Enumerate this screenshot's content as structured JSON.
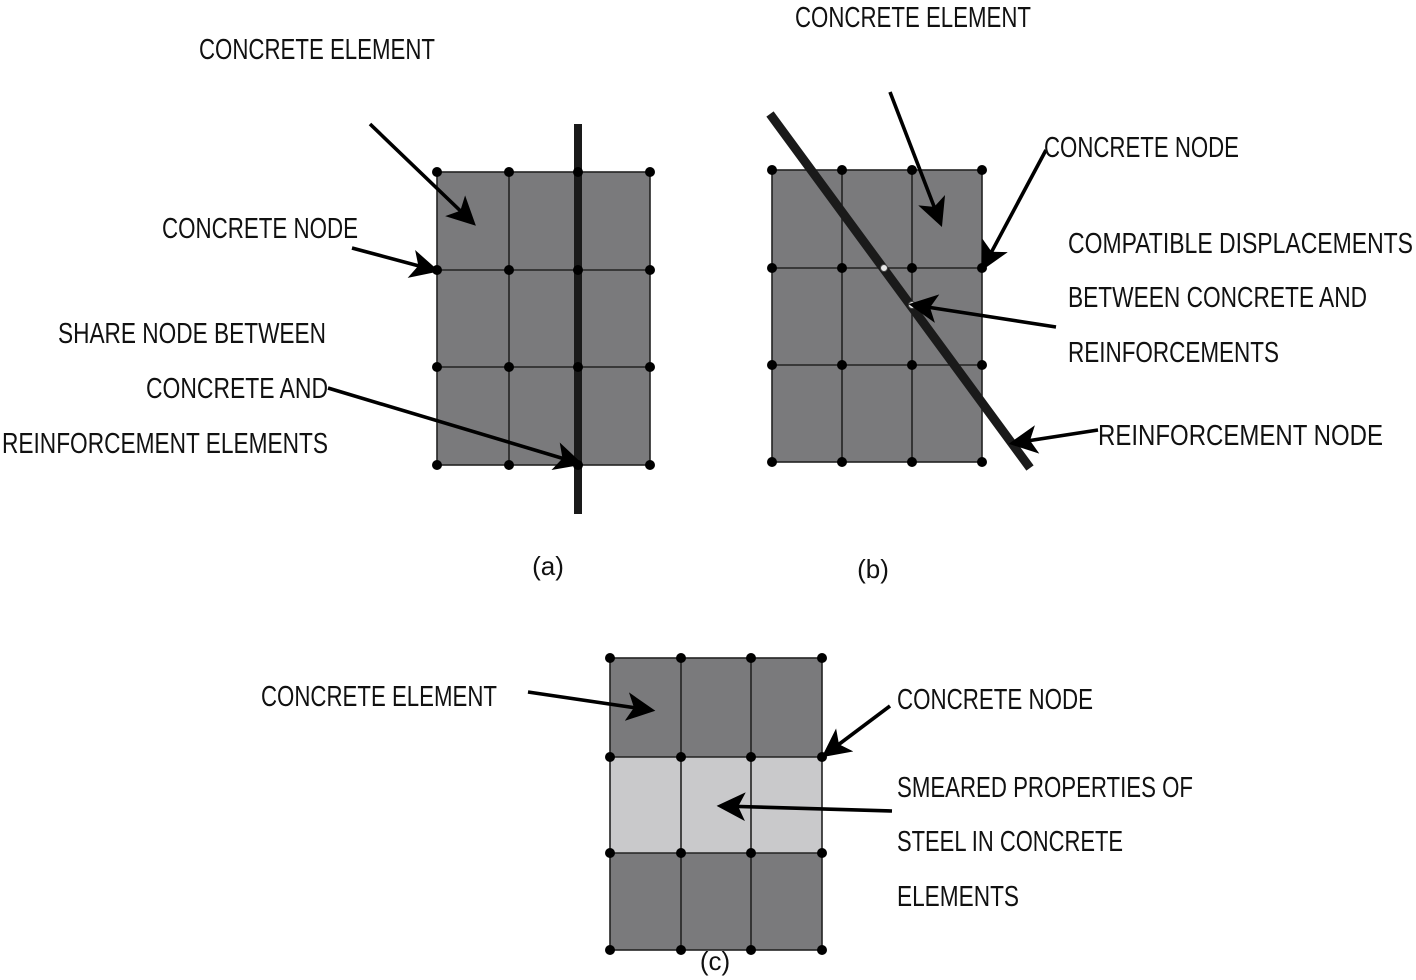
{
  "colors": {
    "concrete": "#7a7a7c",
    "smeared": "#c9c9cb",
    "line": "#222222",
    "rebar": "#1a1a1a",
    "arrow": "#000000",
    "background": "#ffffff"
  },
  "panel_a": {
    "concrete_element": "CONCRETE ELEMENT",
    "concrete_node": "CONCRETE NODE",
    "share_node": [
      "SHARE NODE BETWEEN",
      "CONCRETE AND",
      "REINFORCEMENT ELEMENTS"
    ],
    "caption": "(a)"
  },
  "panel_b": {
    "concrete_element": "CONCRETE ELEMENT",
    "concrete_node": "CONCRETE NODE",
    "compatible": [
      "COMPATIBLE DISPLACEMENTS",
      "BETWEEN CONCRETE AND",
      "REINFORCEMENTS"
    ],
    "reinforcement_node": "REINFORCEMENT   NODE",
    "caption": "(b)"
  },
  "panel_c": {
    "concrete_element": "CONCRETE ELEMENT",
    "concrete_node": "CONCRETE NODE",
    "smeared": [
      "SMEARED PROPERTIES OF",
      "STEEL IN CONCRETE",
      "ELEMENTS"
    ],
    "caption": "(c)"
  }
}
